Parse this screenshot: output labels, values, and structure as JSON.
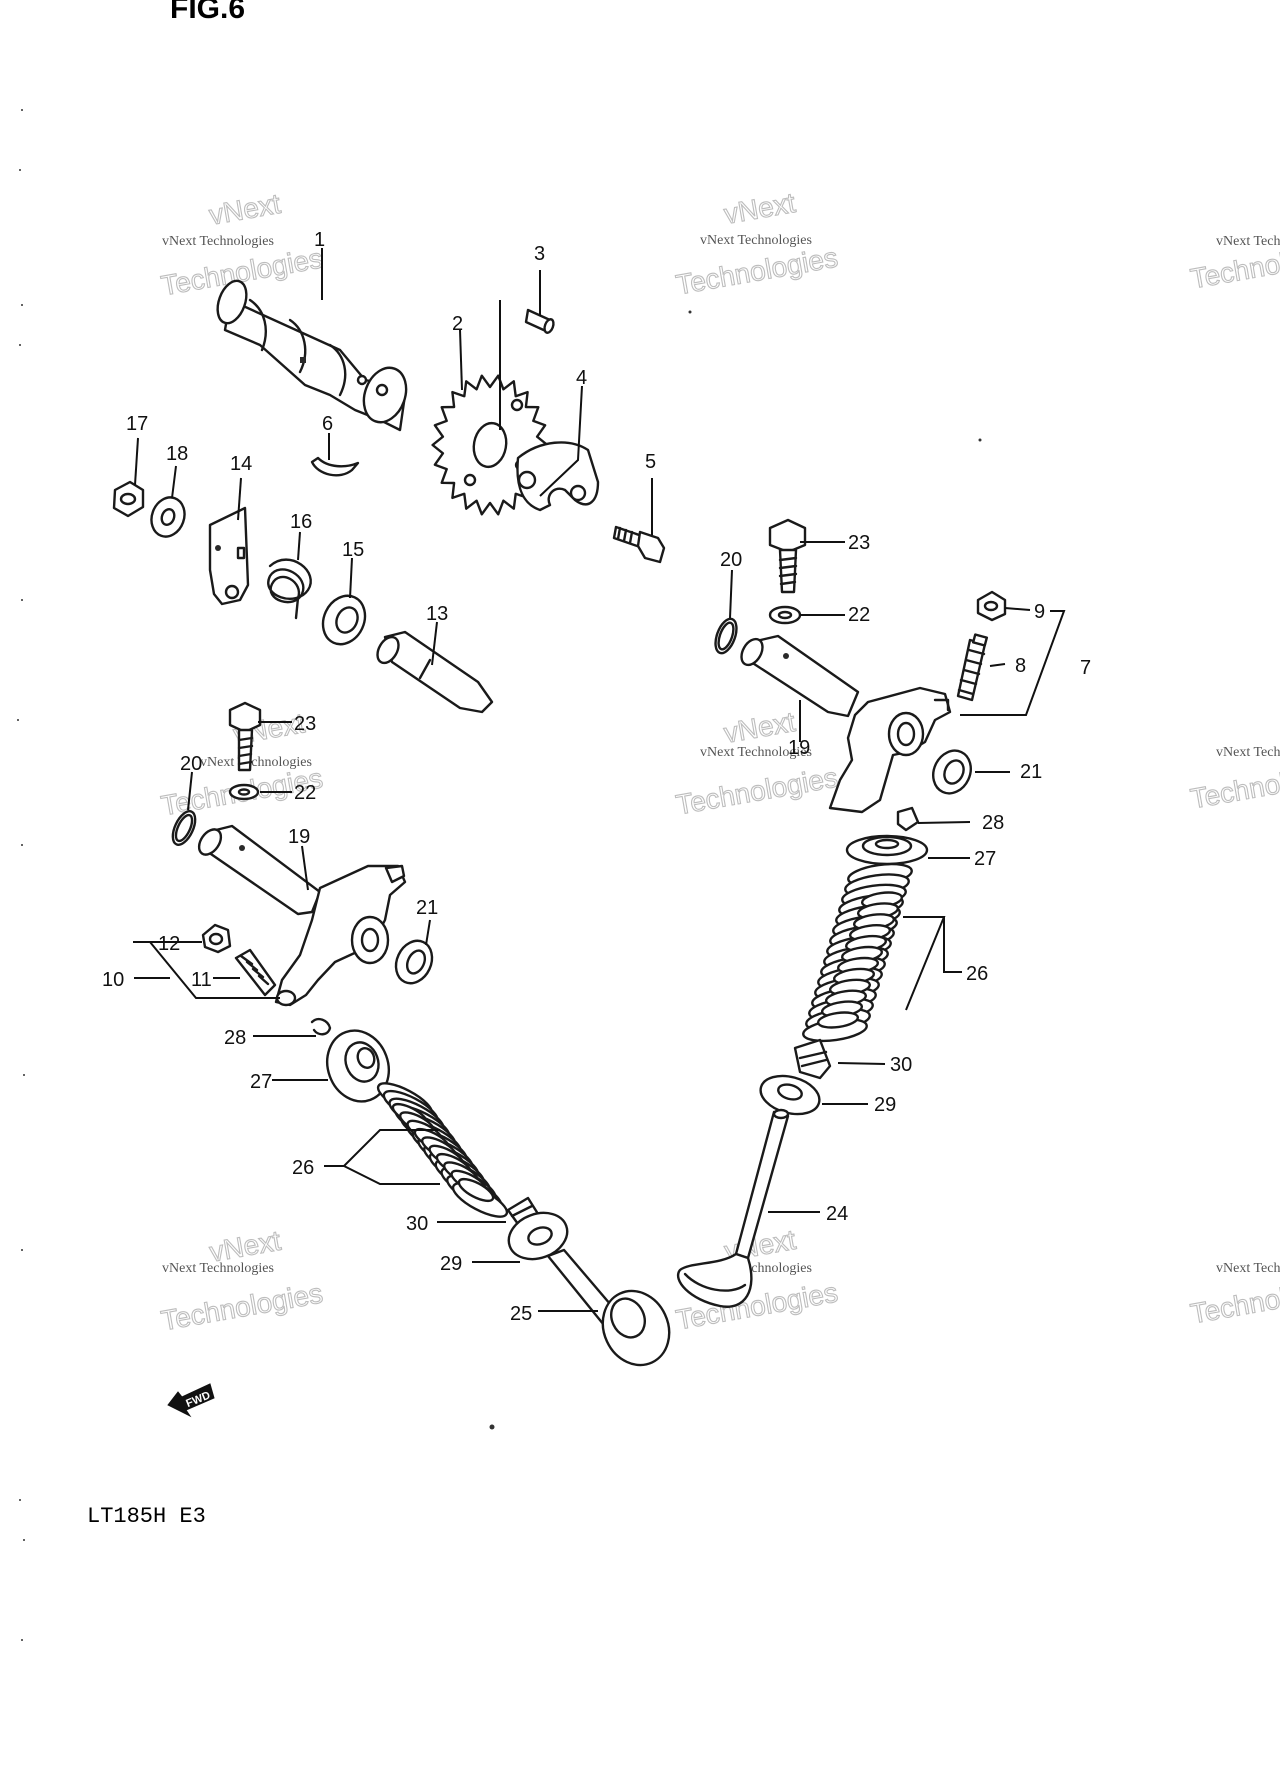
{
  "figure": {
    "title": "FIG.6",
    "model": "LT185H  E3",
    "fwd_label": "FWD"
  },
  "watermark": {
    "line1": "vNext Technologies",
    "line2": "vNext",
    "line3": "Technologies"
  },
  "callouts": [
    "1",
    "2",
    "3",
    "4",
    "5",
    "6",
    "7",
    "8",
    "9",
    "10",
    "11",
    "12",
    "13",
    "14",
    "15",
    "16",
    "17",
    "18",
    "19",
    "20",
    "21",
    "22",
    "23",
    "24",
    "25",
    "26",
    "27",
    "28",
    "29",
    "30"
  ],
  "colors": {
    "line": "#1a1a1a",
    "background": "#ffffff",
    "watermark": "#bdbdbd"
  }
}
